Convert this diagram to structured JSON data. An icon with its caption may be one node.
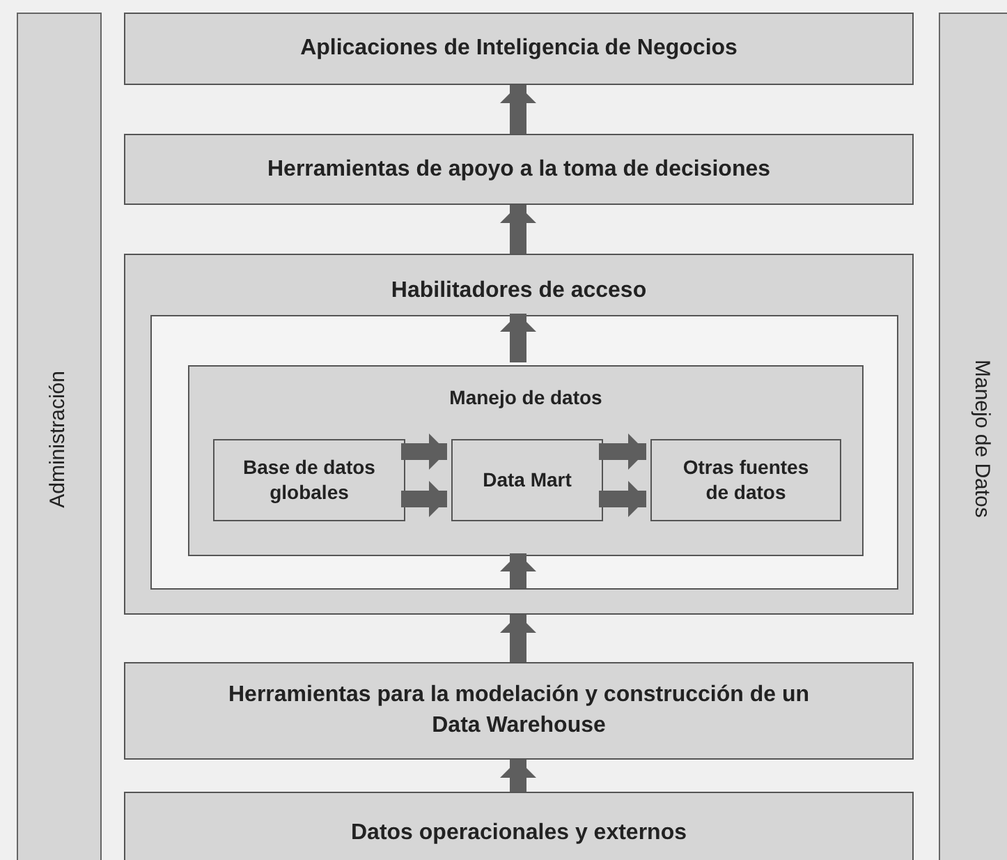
{
  "diagram": {
    "nodes": [
      {
        "text": [
          "Administración"
        ]
      },
      {
        "text": [
          "Aplicaciones de Inteligencia de Negocios"
        ]
      },
      {
        "text": [
          "Herramientas de apoyo a la toma de decisiones"
        ]
      },
      {
        "text": [
          "Habilitadores de acceso"
        ]
      },
      {
        "text": [],
        "shape": "box",
        "in": 3
      },
      {
        "text": [
          "Manejo de datos"
        ],
        "in": 4
      },
      {
        "text": [
          "Base de datos globales"
        ],
        "in": 5
      },
      {
        "text": [
          "Data Mart"
        ],
        "in": 5
      },
      {
        "text": [
          "Otras fuentes de datos"
        ],
        "in": 5
      },
      {
        "text": [
          "Herramientas para la modelación y construcción de un Data Warehouse"
        ]
      },
      {
        "text": [
          "Datos operacionales y externos"
        ]
      },
      {
        "text": [
          "Manejo de Datos"
        ]
      }
    ],
    "edges": [
      {
        "from": 10,
        "to": 9,
        "arrow": "to"
      },
      {
        "from": 9,
        "to": 3,
        "arrow": "to"
      },
      {
        "from": 4,
        "to": 5,
        "arrow": "to"
      },
      {
        "from": 5,
        "to": 4,
        "arrow": "to"
      },
      {
        "from": 3,
        "to": 2,
        "arrow": "to"
      },
      {
        "from": 2,
        "to": 1,
        "arrow": "to"
      },
      {
        "from": 6,
        "to": 7,
        "arrow": "to"
      },
      {
        "from": 6,
        "to": 7,
        "arrow": "to"
      },
      {
        "from": 7,
        "to": 8,
        "arrow": "to"
      },
      {
        "from": 7,
        "to": 8,
        "arrow": "to"
      }
    ]
  }
}
